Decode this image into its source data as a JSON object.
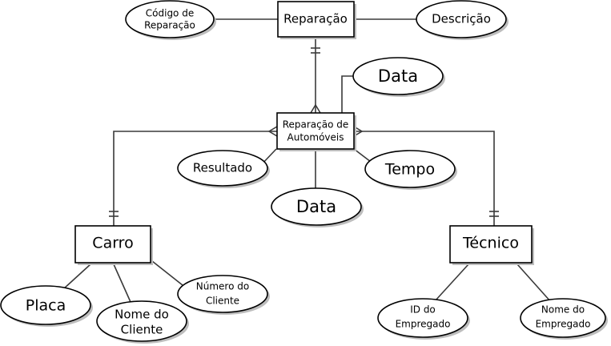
{
  "entities": {
    "reparacao": "Reparação",
    "reparacao_automoveis": [
      "Reparação de",
      "Automóveis"
    ],
    "carro": "Carro",
    "tecnico": "Técnico"
  },
  "attributes": {
    "codigo_reparacao": [
      "Código de",
      "Reparação"
    ],
    "descricao": "Descrição",
    "data_top": "Data",
    "resultado": "Resultado",
    "tempo": "Tempo",
    "data_mid": "Data",
    "placa": "Placa",
    "nome_cliente": [
      "Nome do",
      "Cliente"
    ],
    "numero_cliente": [
      "Número do",
      "Cliente"
    ],
    "id_empregado": [
      "ID do",
      "Empregado"
    ],
    "nome_empregado": [
      "Nome do",
      "Empregado"
    ]
  }
}
